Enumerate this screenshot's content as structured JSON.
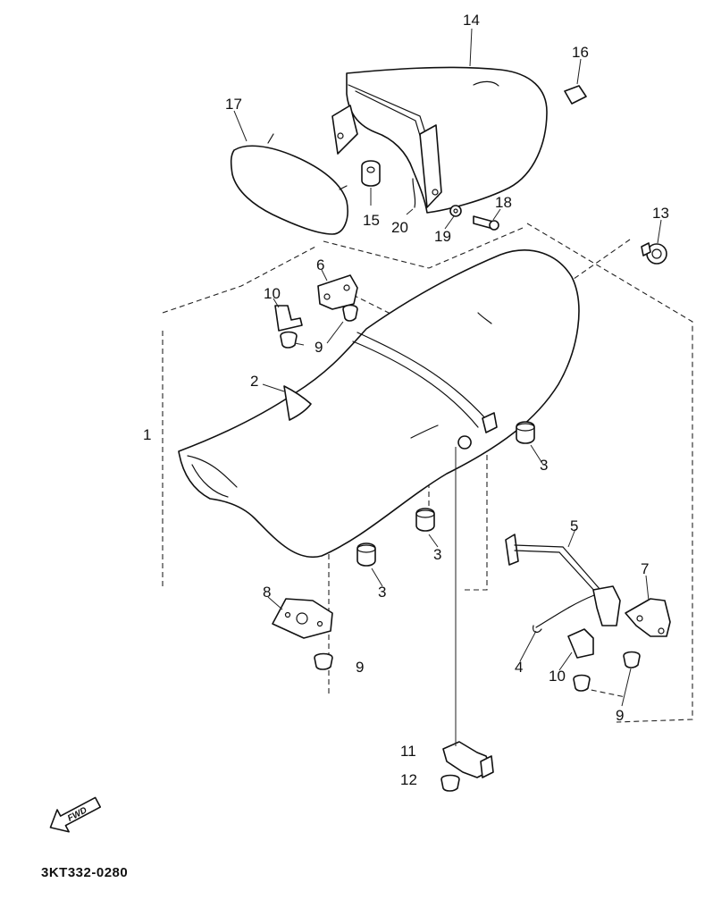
{
  "diagram": {
    "callouts": {
      "c1": "1",
      "c2": "2",
      "c3a": "3",
      "c3b": "3",
      "c3c": "3",
      "c4": "4",
      "c5": "5",
      "c6": "6",
      "c7": "7",
      "c8": "8",
      "c9a": "9",
      "c9b": "9",
      "c9c": "9",
      "c10a": "10",
      "c10b": "10",
      "c11": "11",
      "c12": "12",
      "c13": "13",
      "c14": "14",
      "c15": "15",
      "c16": "16",
      "c17": "17",
      "c18": "18",
      "c19": "19",
      "c20": "20"
    },
    "fwd_label": "FWD",
    "reference_code": "3KT332-0280"
  }
}
